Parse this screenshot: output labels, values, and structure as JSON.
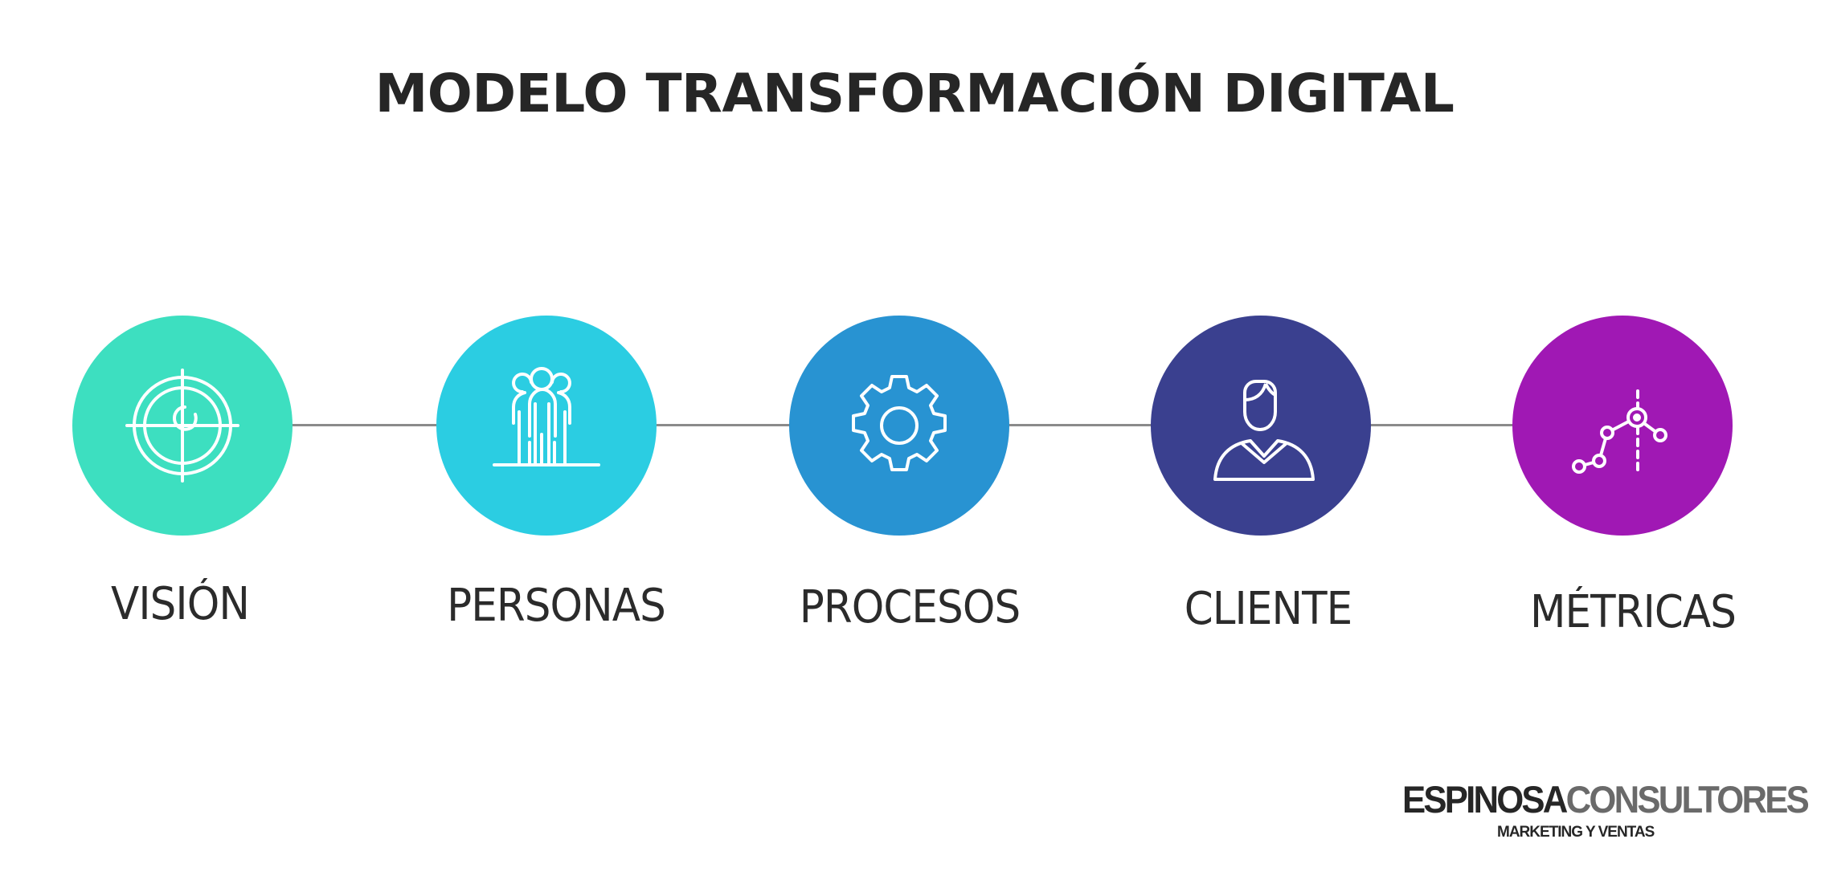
{
  "title": "MODELO TRANSFORMACIÓN DIGITAL",
  "connector_color": "#8a8a8a",
  "steps": [
    {
      "label": "VISIÓN",
      "icon": "target-icon",
      "color": "#3ddfc0"
    },
    {
      "label": "PERSONAS",
      "icon": "people-group-icon",
      "color": "#2bcde2"
    },
    {
      "label": "PROCESOS",
      "icon": "gear-icon",
      "color": "#2893d2"
    },
    {
      "label": "CLIENTE",
      "icon": "user-icon",
      "color": "#3a408f"
    },
    {
      "label": "MÉTRICAS",
      "icon": "line-chart-icon",
      "color": "#a018b4"
    }
  ],
  "logo": {
    "part1": "ESPINOSA",
    "part2": "CONSULTORES",
    "tagline": "MARKETING Y VENTAS"
  }
}
